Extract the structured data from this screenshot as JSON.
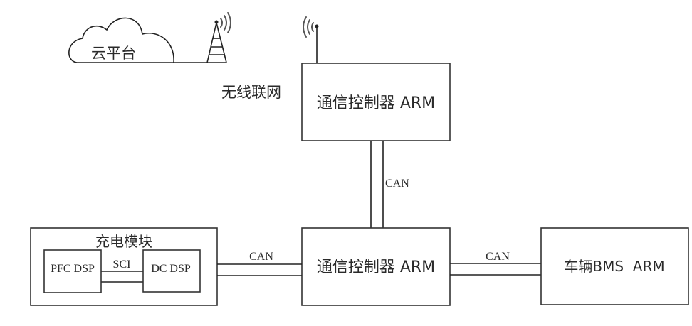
{
  "diagram": {
    "cloud": {
      "label": "云平台"
    },
    "wireless": {
      "label": "无线联网"
    },
    "top_controller": {
      "label": "通信控制器 ARM"
    },
    "bottom_controller": {
      "label": "通信控制器 ARM"
    },
    "charging_module": {
      "label": "充电模块",
      "pfc": {
        "label": "PFC DSP"
      },
      "dc": {
        "label": "DC DSP"
      },
      "link_label": "SCI"
    },
    "vehicle_bms": {
      "label": "车辆BMS  ARM"
    },
    "links": {
      "vertical_can": "CAN",
      "left_can": "CAN",
      "right_can": "CAN"
    }
  }
}
